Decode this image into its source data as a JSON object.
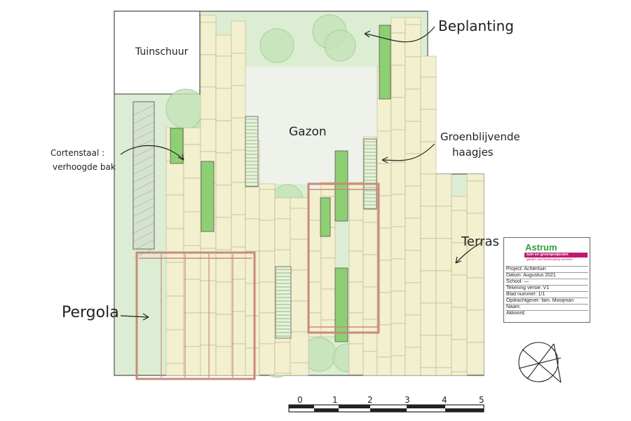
{
  "labels": {
    "shed": "Tuinschuur",
    "lawn": "Gazon",
    "planting": "Beplanting",
    "hedges_1": "Groenblijvende",
    "hedges_2": "haagjes",
    "corten_1": "Cortenstaal :",
    "corten_2": "verhoogde bak",
    "terrace": "Terras",
    "pergola": "Pergola"
  },
  "title_block": {
    "brand": "Astrum",
    "brand_sub": "tuin en groenprojecten",
    "brand_tag": "garden and landscaping services",
    "lines": [
      "Project:  Achtertuin",
      "Datum:  Augustus 2021",
      "School:  —",
      "Tekening versie:  V1",
      "Blad nummer:  1/1",
      "Opdrachtgever:  fam. Mooijman",
      "Naam:",
      "Akkoord:"
    ],
    "colors": {
      "brand_green": "#2e9e3c",
      "brand_magenta": "#c0196f"
    }
  },
  "scale_bar": {
    "ticks": [
      "0",
      "1",
      "2",
      "3",
      "4",
      "5"
    ]
  },
  "north_arrow": "north-arrow-icon",
  "colors": {
    "paving": "#f3f0cf",
    "lawn": "#eef2ea",
    "planting": "#d9ecd0",
    "hedge": "#8fcf74",
    "pergola": "#c98a7a",
    "tree": "#c3e2b8"
  }
}
